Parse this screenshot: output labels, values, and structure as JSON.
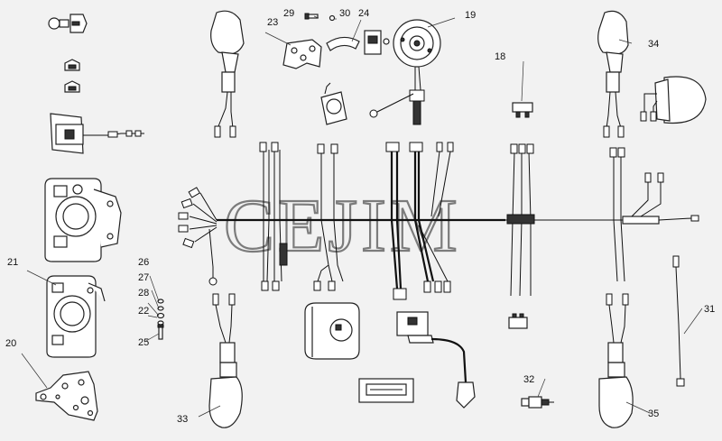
{
  "watermark": "CEJIM",
  "callouts": {
    "c18": "18",
    "c19": "19",
    "c20": "20",
    "c21": "21",
    "c22": "22",
    "c23": "23",
    "c24": "24",
    "c25": "25",
    "c26": "26",
    "c27": "27",
    "c28": "28",
    "c29": "29",
    "c30": "30",
    "c31": "31",
    "c32": "32",
    "c33": "33",
    "c34": "34",
    "c35": "35"
  },
  "colors": {
    "line": "#111111",
    "background": "#f2f2f2",
    "watermark": "#7c7c7c"
  }
}
